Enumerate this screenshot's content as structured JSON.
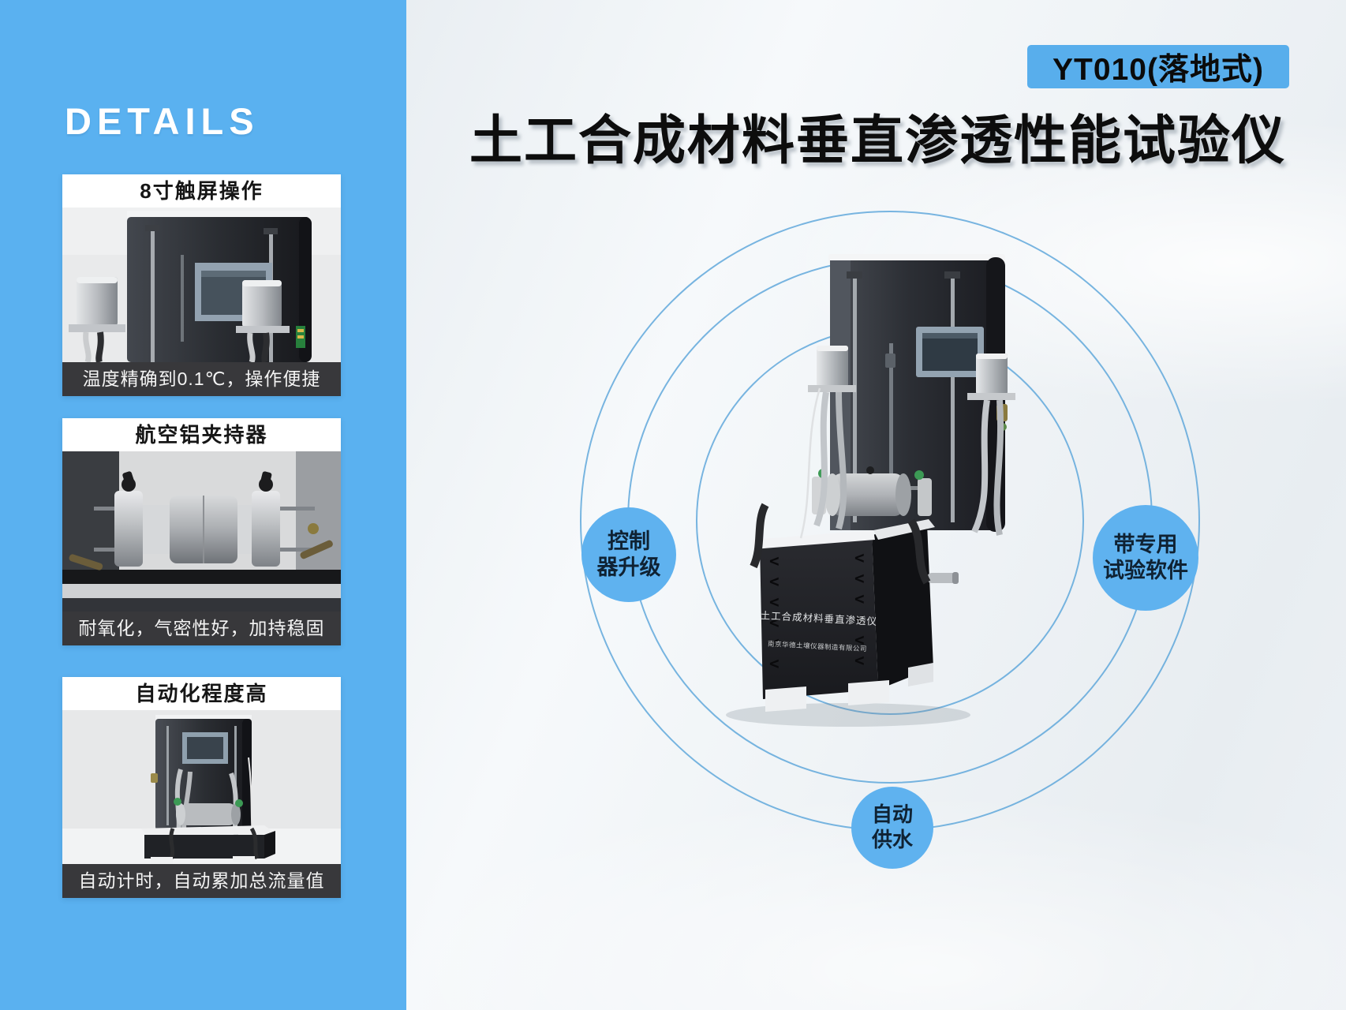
{
  "sidebar": {
    "heading": "DETAILS",
    "cards": [
      {
        "title": "8寸触屏操作",
        "caption": "温度精确到0.1℃，操作便捷"
      },
      {
        "title": "航空铝夹持器",
        "caption": "耐氧化，气密性好，加持稳固"
      },
      {
        "title": "自动化程度高",
        "caption": "自动计时，自动累加总流量值"
      }
    ]
  },
  "main": {
    "model_badge": "YT010(落地式)",
    "title": "土工合成材料垂直渗透性能试验仪",
    "feature_badges": [
      {
        "position": "left",
        "lines": [
          "控制",
          "器升级"
        ]
      },
      {
        "position": "right",
        "lines": [
          "带专用",
          "试验软件"
        ]
      },
      {
        "position": "bottom",
        "lines": [
          "自动",
          "供水"
        ]
      }
    ],
    "machine_label": {
      "line1": "土工合成材料垂直渗透仪",
      "line2": "南京华德土壤仪器制造有限公司"
    }
  },
  "colors": {
    "sidebar_blue": "#5ab1f0",
    "badge_blue": "#58aeec",
    "bubble_blue": "#5fb2ef",
    "orbit_line_blue": "#58a4da",
    "caption_bar": "rgba(34,34,38,0.9)",
    "title_black": "#0d0d0d"
  }
}
